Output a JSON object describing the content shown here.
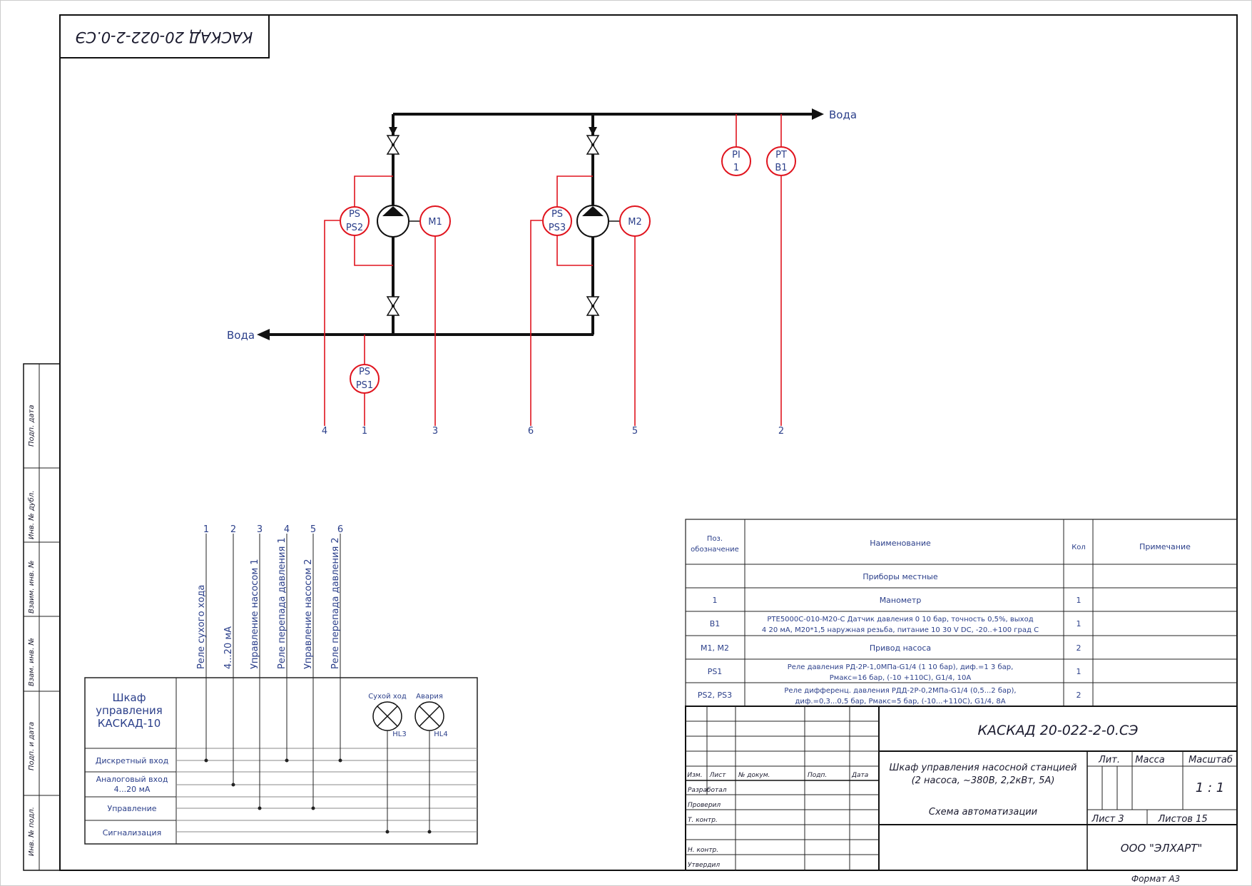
{
  "doc_code": "КАСКАД 20-022-2-0.СЭ",
  "doc_code_rotated": "КАСКАД 20-022-2-0.СЭ",
  "water_out": "Вода",
  "water_in": "Вода",
  "instruments": {
    "pi1": [
      "PI",
      "1"
    ],
    "ptb1": [
      "PT",
      "B1"
    ],
    "ps2": [
      "PS",
      "PS2"
    ],
    "ps3": [
      "PS",
      "PS3"
    ],
    "ps1": [
      "PS",
      "PS1"
    ],
    "m1": "M1",
    "m2": "M2"
  },
  "line_numbers": {
    "l4": "4",
    "l1": "1",
    "l3": "3",
    "l6": "6",
    "l5": "5",
    "l2": "2"
  },
  "cabinet": {
    "title": [
      "Шкаф",
      "управления",
      "КАСКАД-10"
    ],
    "rows": [
      "Дискретный вход",
      "Аналоговый вход",
      "4...20 мА",
      "Управление",
      "Сигнализация"
    ],
    "terminal_numbers": [
      "1",
      "2",
      "3",
      "4",
      "5",
      "6"
    ],
    "signals": [
      "Реле сухого хода",
      "4...20 мА",
      "Управление насосом 1",
      "Реле перепада давления 1",
      "Управление насосом 2",
      "Реле перепада давления 2"
    ],
    "lamp1_label": "Сухой ход",
    "lamp1_id": "HL3",
    "lamp2_label": "Авария",
    "lamp2_id": "HL4"
  },
  "spec_table": {
    "headers": [
      "Поз.",
      "обозначение",
      "Наименование",
      "Кол",
      "Примечание"
    ],
    "group": "Приборы местные",
    "rows": [
      {
        "pos": "1",
        "name": [
          "Манометр"
        ],
        "qty": "1"
      },
      {
        "pos": "B1",
        "name": [
          "PTE5000C-010-M20-C Датчик давления 0 10 бар, точность 0,5%, выход",
          "4 20 мА, M20*1,5 наружная резьба, питание 10 30 V DC, -20..+100  град С"
        ],
        "qty": "1"
      },
      {
        "pos": "M1, M2",
        "name": [
          "Привод насоса"
        ],
        "qty": "2"
      },
      {
        "pos": "PS1",
        "name": [
          "Реле давления РД-2Р-1,0МПа-G1/4 (1 10 бар), диф.=1 3 бар,",
          "Pмакс=16 бар, (-10 +110С), G1/4, 10А"
        ],
        "qty": "1"
      },
      {
        "pos": "PS2, PS3",
        "name": [
          "Реле дифференц. давления РДД-2Р-0,2МПа-G1/4 (0,5...2 бар),",
          "диф.=0,3...0,5 бар, Pмакс=5 бар, (-10...+110С), G1/4, 8А"
        ],
        "qty": "2"
      }
    ]
  },
  "stamp": {
    "code": "КАСКАД 20-022-2-0.СЭ",
    "title_lines": [
      "Шкаф управления насосной станцией",
      "(2 насоса, ~380В, 2,2кВт, 5А)"
    ],
    "subtitle": "Схема автоматизации",
    "cols": [
      "Изм.",
      "Лист",
      "№ докум.",
      "Подп.",
      "Дата"
    ],
    "roles": [
      "Разработал",
      "Проверил",
      "Т. контр.",
      "Н. контр.",
      "Утвердил"
    ],
    "lit": "Лит.",
    "mass": "Масса",
    "scale": "Масштаб",
    "scale_value": "1 : 1",
    "sheet": "Лист 3",
    "sheets": "Листов 15",
    "company": "ООО \"ЭЛХАРТ\"",
    "format": "Формат   А3"
  },
  "side_labels": [
    "Подп. дата",
    "Инв. № дубл.",
    "Взаим. инв. №",
    "Взам. инв. №",
    "Подп. и дата",
    "Инв. № подл."
  ]
}
